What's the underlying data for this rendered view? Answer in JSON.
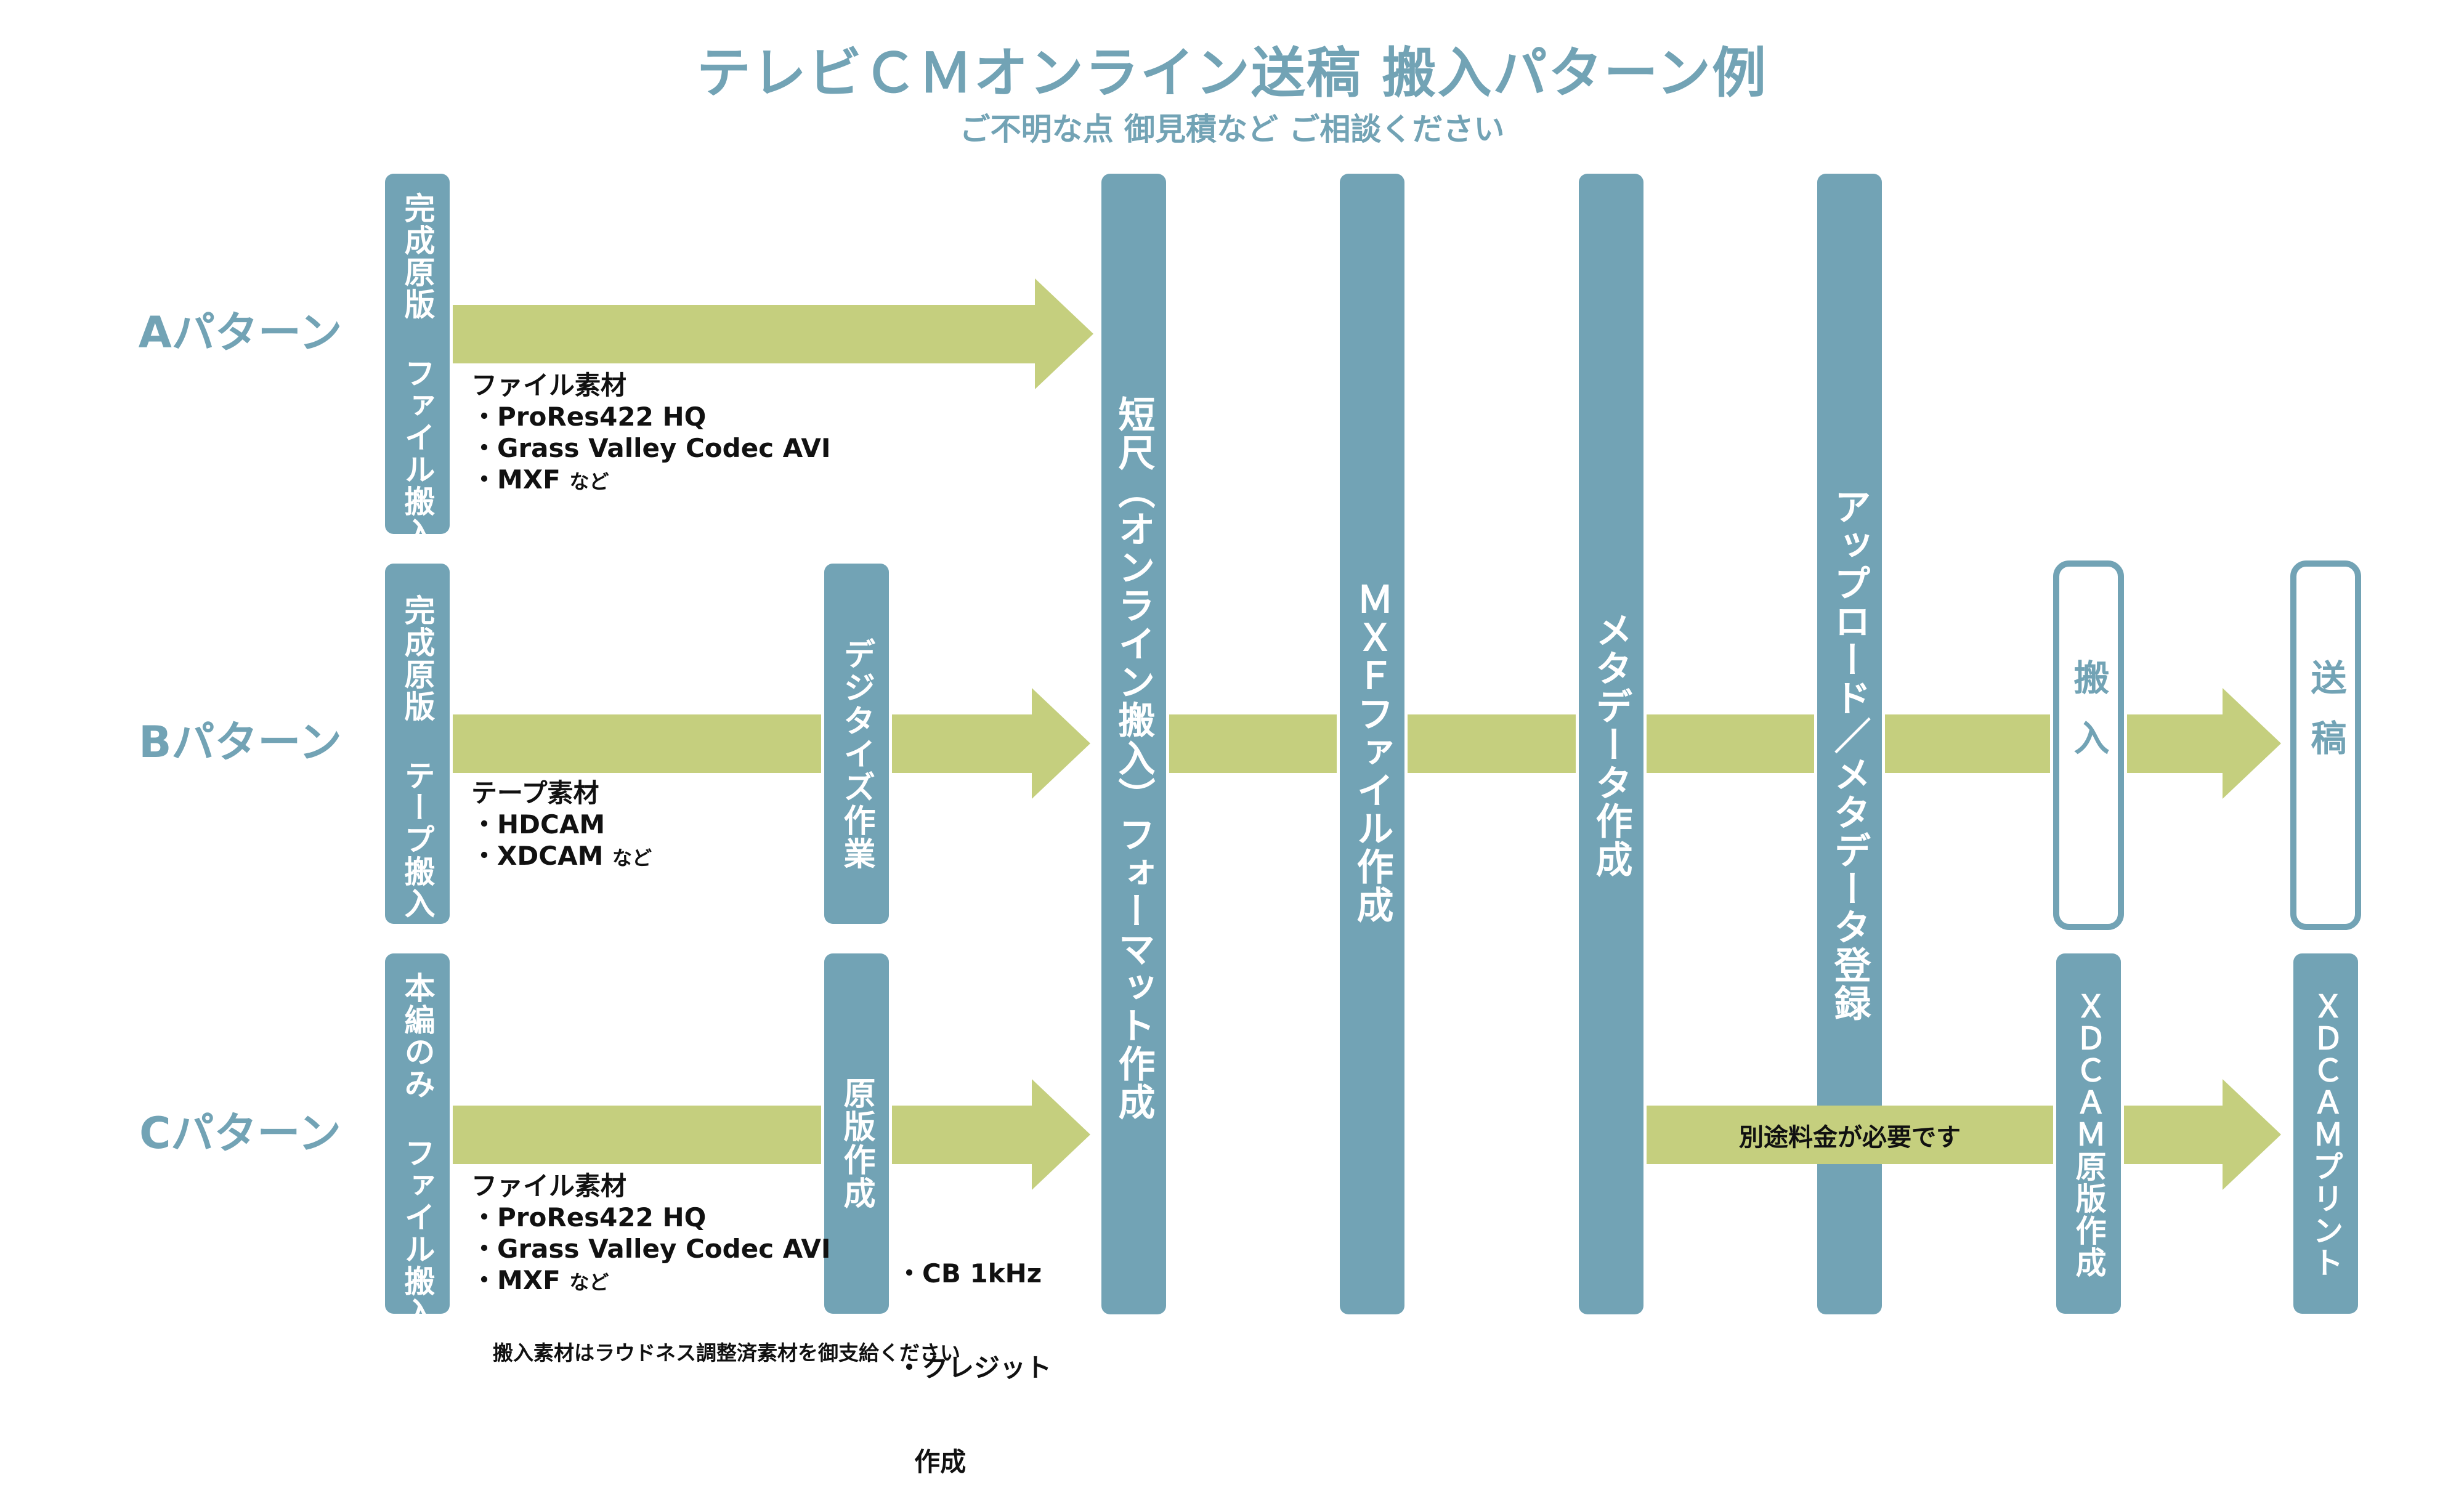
{
  "title": "テレビＣＭオンライン送稿 搬入パターン例",
  "subtitle": "ご不明な点 御見積など ご相談ください",
  "patterns": [
    {
      "label": "Aパターン",
      "source": "完成原版 ファイル搬入",
      "material_title": "ファイル素材",
      "items": [
        "・ProRes422 HQ",
        "・Grass Valley Codec AVI",
        "・MXF"
      ],
      "items_suffix": "など"
    },
    {
      "label": "Bパターン",
      "source": "完成原版 テープ搬入",
      "material_title": "テープ素材",
      "items": [
        "・HDCAM",
        "・XDCAM"
      ],
      "items_suffix": "など",
      "step": "デジタイズ作業"
    },
    {
      "label": "Cパターン",
      "source": "本編のみ ファイル搬入",
      "material_title": "ファイル素材",
      "items": [
        "・ProRes422 HQ",
        "・Grass Valley Codec AVI",
        "・MXF"
      ],
      "items_suffix": "など",
      "step": "原版作成",
      "step_notes": [
        "・CB 1kHz",
        "・クレジット",
        "  作成"
      ]
    }
  ],
  "stages": [
    "短尺（オンライン搬入）フォーマット作成",
    "ＭＸＦファイル作成",
    "メタデータ作成",
    "アップロード／メタデータ登録"
  ],
  "upper_boxes": [
    "搬入",
    "送稿"
  ],
  "lower_boxes": [
    "ＸＤＣＡＭ原版作成",
    "ＸＤＣＡＭプリント"
  ],
  "fee_note": "別途料金が必要です",
  "footnote": "搬入素材はラウドネス調整済素材を御支給ください",
  "colors": {
    "accent": "#72a3b5",
    "arrow": "#c5cf7e",
    "text": "#111111",
    "background": "#ffffff"
  }
}
